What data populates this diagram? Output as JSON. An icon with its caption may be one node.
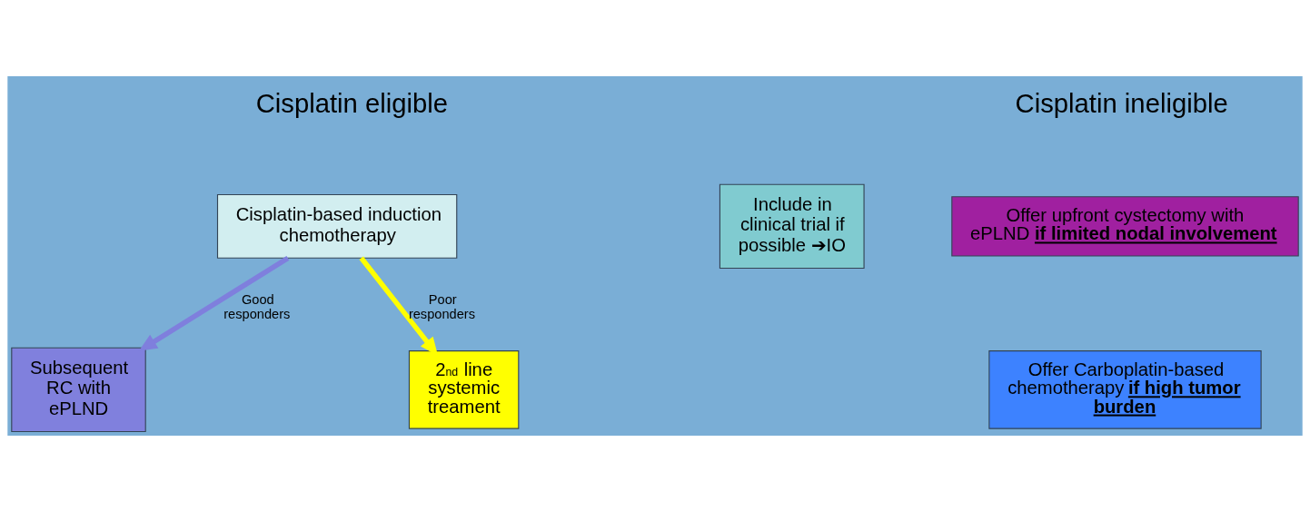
{
  "diagram": {
    "nodes": [
      {
        "text": [
          "Cisplatin-based induction chemotherapy"
        ]
      },
      {
        "text": [
          "Subsequent RC with ePLND"
        ]
      },
      {
        "text": [
          "2$^{nd}$ line systemic treament"
        ]
      },
      {
        "text": [
          "Include in clinical trial if possible ➔IO"
        ]
      },
      {
        "text": [
          "Offer upfront cystectomy with ePLND **if limited nodal involvement**"
        ]
      },
      {
        "text": [
          "Offer Carboplatin-based chemotherapy **if high tumor burden**"
        ]
      }
    ],
    "edges": [
      {
        "from": 0,
        "to": 1,
        "arrow": "to",
        "label": "Good responders",
        "color": "#7f7fdd"
      },
      {
        "from": 0,
        "to": 2,
        "arrow": "to",
        "label": "Poor responders",
        "color": "#ffff00"
      }
    ],
    "labels": [
      "Cisplatin eligible",
      "Cisplatin ineligible"
    ]
  }
}
